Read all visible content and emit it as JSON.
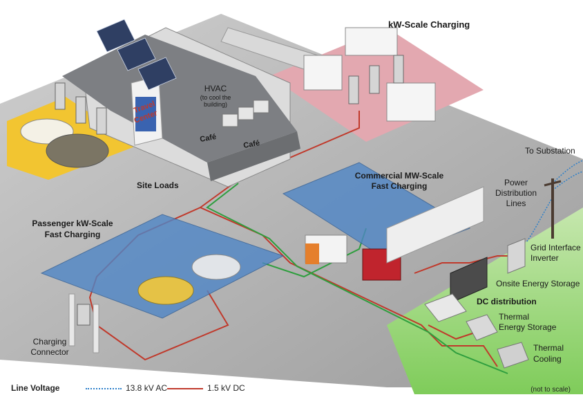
{
  "labels": {
    "kw_charging": "kW-Scale Charging",
    "hvac_title": "HVAC",
    "hvac_sub1": "(to cool the",
    "hvac_sub2": "building)",
    "travel_center1": "Travel",
    "travel_center2": "Center",
    "cafe1": "Café",
    "cafe2": "Café",
    "site_loads": "Site Loads",
    "commercial1": "Commercial MW-Scale",
    "commercial2": "Fast Charging",
    "to_substation": "To Substation",
    "power_dist1": "Power",
    "power_dist2": "Distribution",
    "power_dist3": "Lines",
    "passenger1": "Passenger kW-Scale",
    "passenger2": "Fast Charging",
    "grid1": "Grid Interface",
    "grid2": "Inverter",
    "onsite_storage": "Onsite Energy Storage",
    "dc_distribution": "DC distribution",
    "thermal_storage1": "Thermal",
    "thermal_storage2": "Energy Storage",
    "thermal_cooling1": "Thermal",
    "thermal_cooling2": "Cooling",
    "charging_connector1": "Charging",
    "charging_connector2": "Connector"
  },
  "legend": {
    "title": "Line Voltage",
    "ac_label": "13.8 kV AC",
    "dc_label": "1.5 kV DC",
    "note": "(not to scale)"
  },
  "colors": {
    "dc_line": "#c0392b",
    "ac_line": "#2c7fc9",
    "green_line": "#2e9e3e",
    "canopy": "#4f86c6",
    "grass": "#a9d88a",
    "pavement": "#b4b4b4",
    "pink_pad": "#e3a8b0",
    "yellow_pad": "#f2c531"
  }
}
